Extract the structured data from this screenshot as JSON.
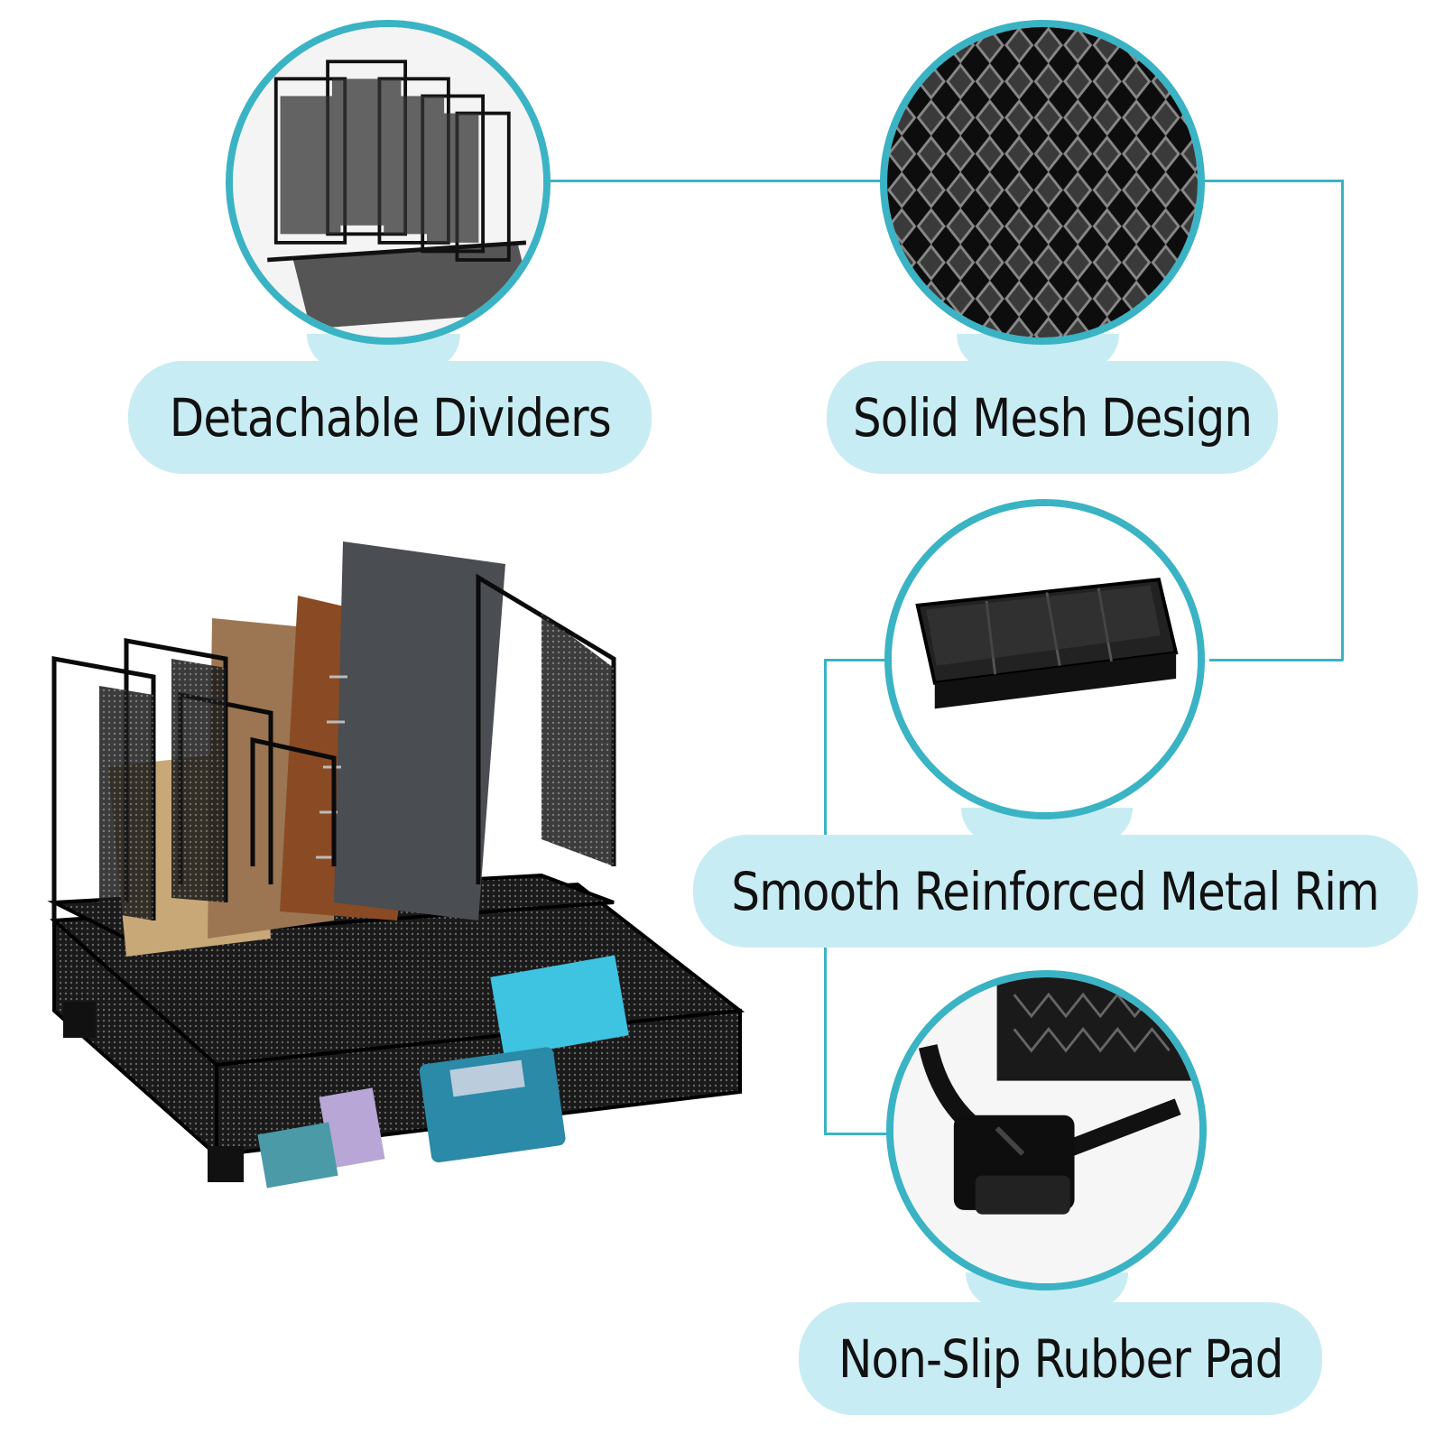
{
  "features": [
    {
      "id": "detachable-dividers",
      "label": "Detachable Dividers",
      "icon": "dividers-closeup-icon"
    },
    {
      "id": "solid-mesh-design",
      "label": "Solid Mesh Design",
      "icon": "mesh-closeup-icon"
    },
    {
      "id": "smooth-reinforced-metal-rim",
      "label": "Smooth Reinforced Metal Rim",
      "icon": "drawer-tray-icon"
    },
    {
      "id": "non-slip-rubber-pad",
      "label": "Non-Slip Rubber Pad",
      "icon": "rubber-foot-icon"
    }
  ],
  "colors": {
    "accent": "#3ab3c4",
    "pill_background": "#c8ecf3",
    "text": "#111111",
    "metal": "#1a1a1a"
  },
  "product": {
    "icon": "desk-organizer-photo"
  }
}
